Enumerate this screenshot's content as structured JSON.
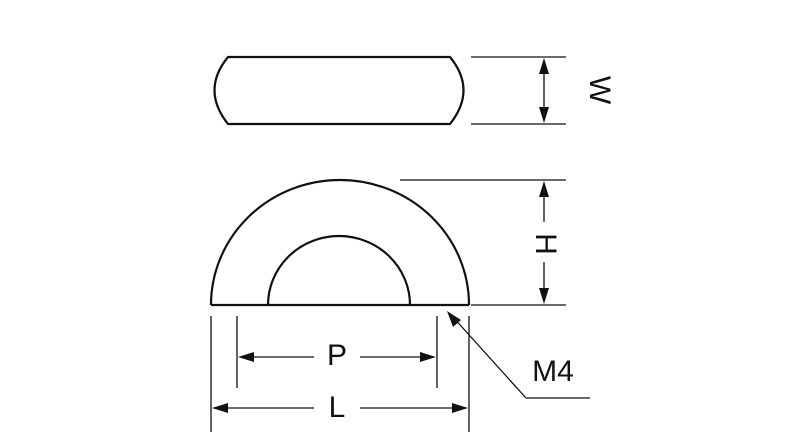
{
  "labels": {
    "width": "W",
    "height": "H",
    "pitch": "P",
    "length": "L",
    "thread": "M4"
  },
  "colors": {
    "line": "#111111",
    "background": "#ffffff"
  }
}
